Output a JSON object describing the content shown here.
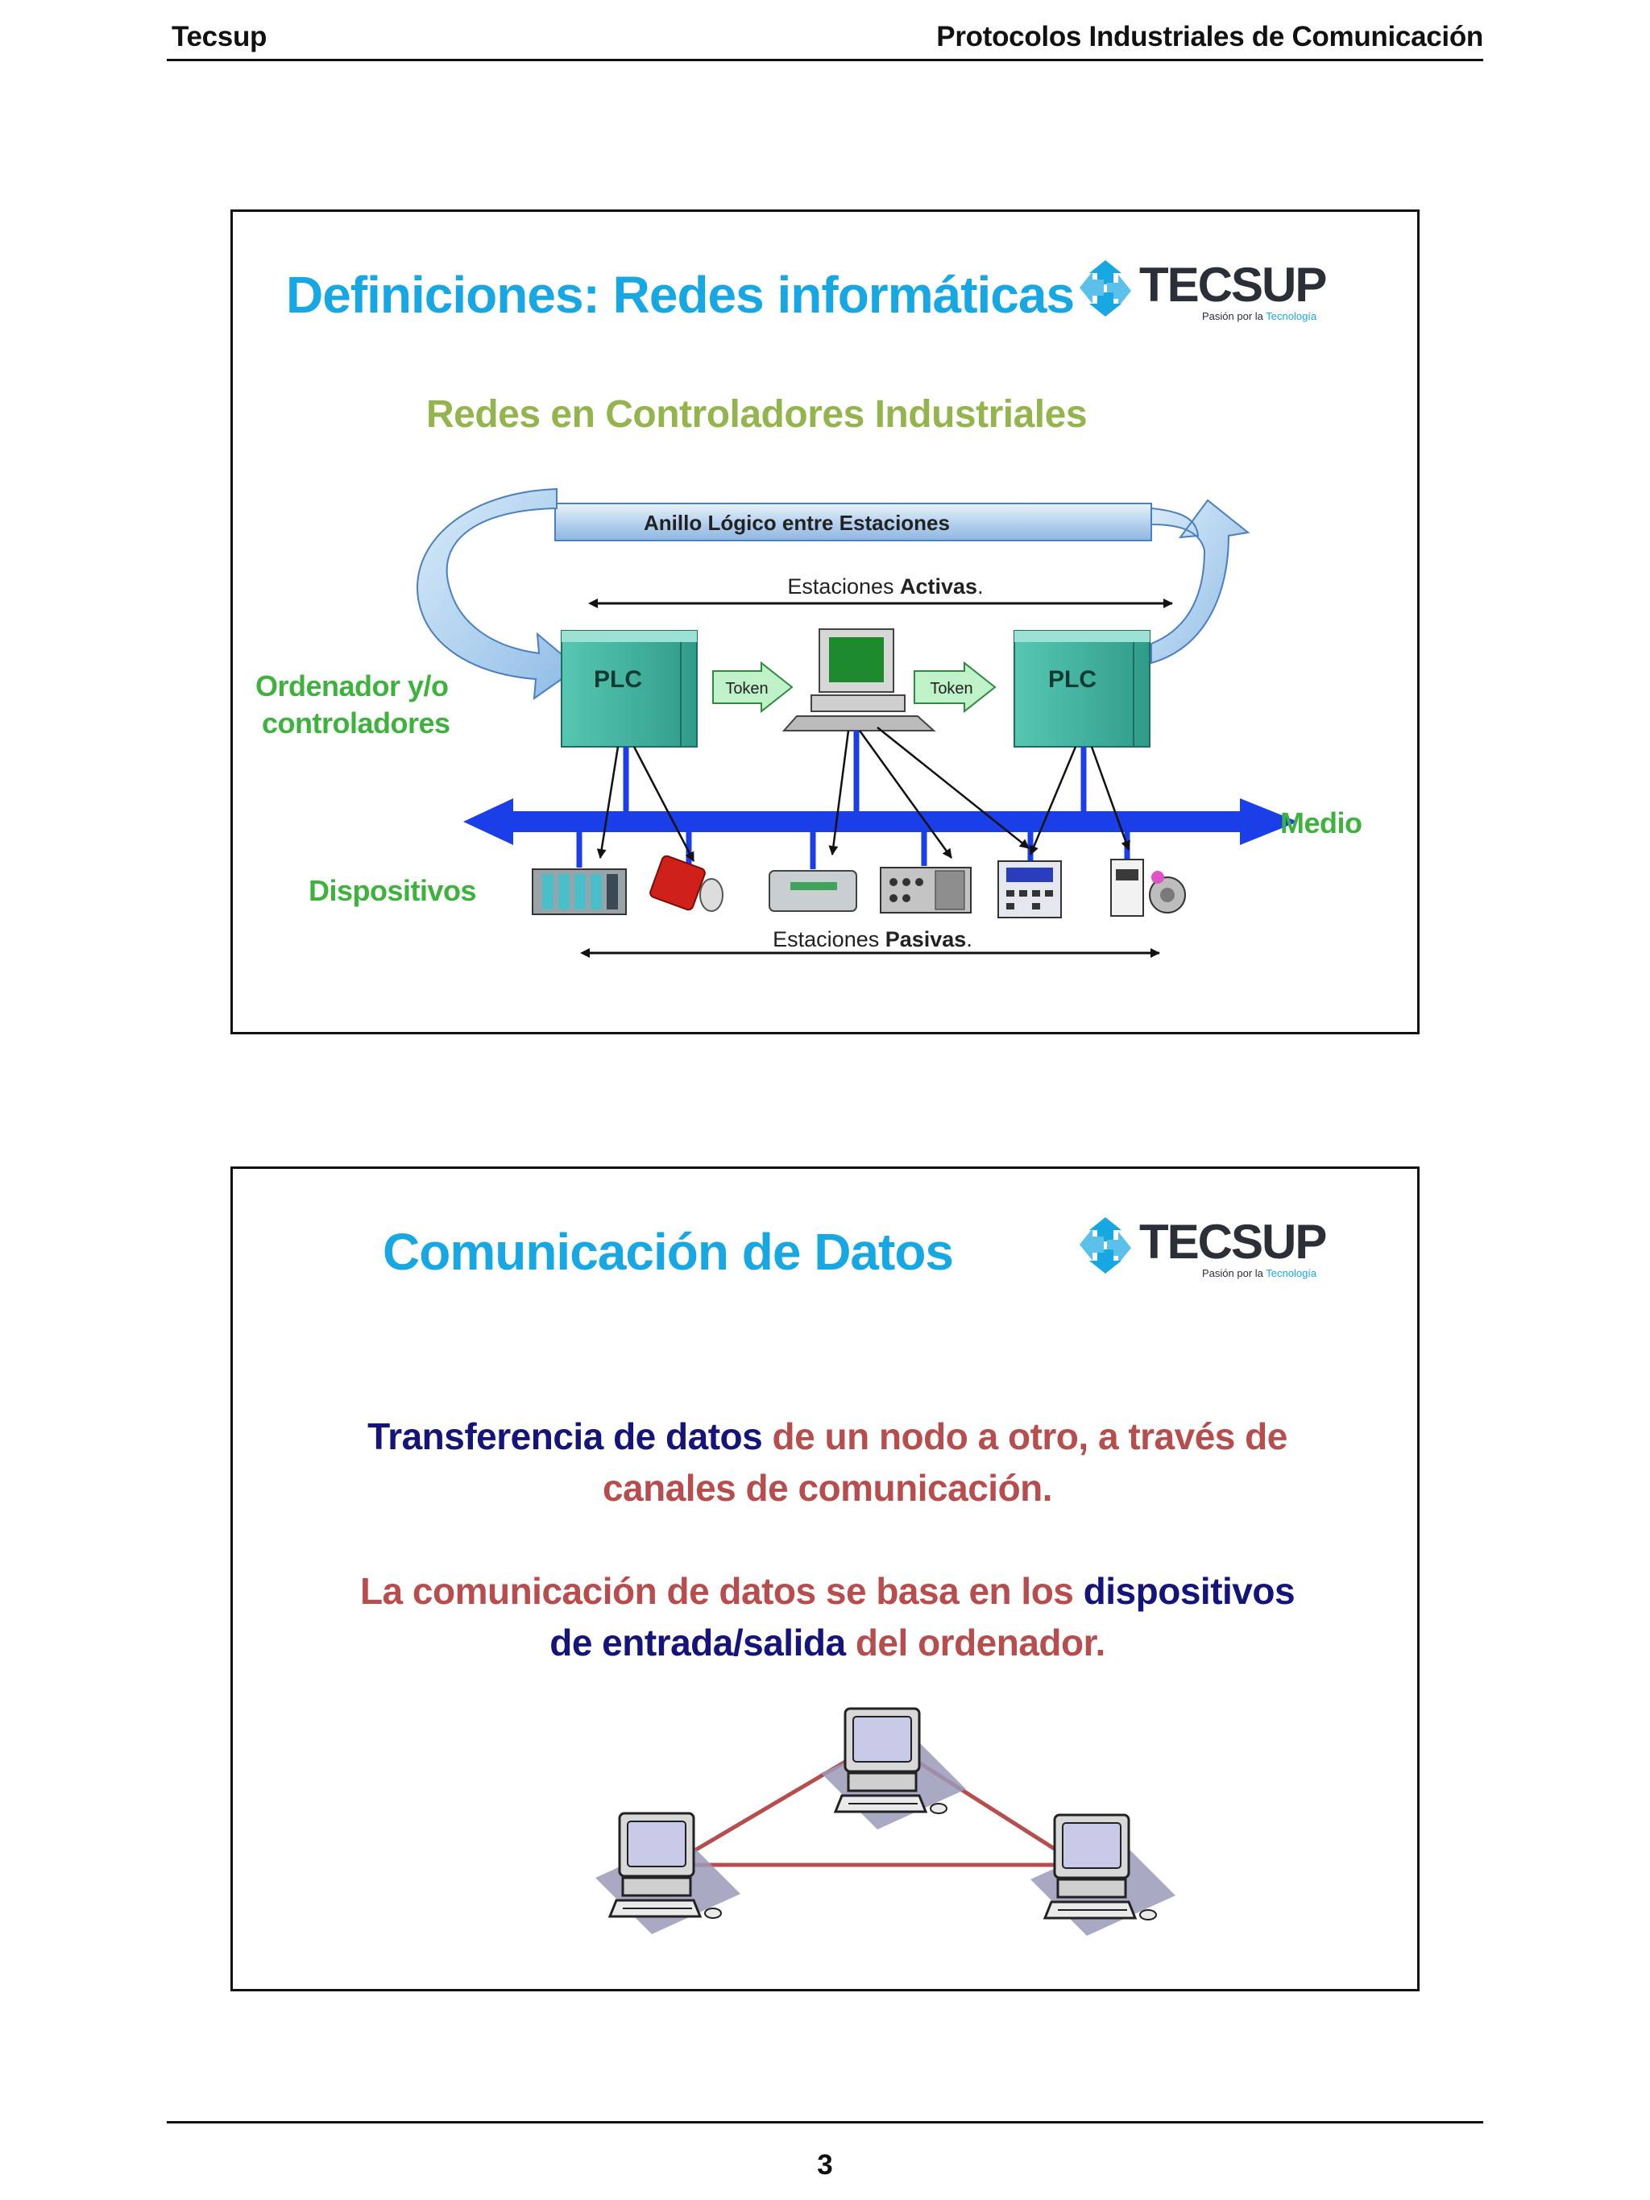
{
  "header": {
    "left": "Tecsup",
    "right": "Protocolos Industriales de Comunicación"
  },
  "page_number": "3",
  "logo": {
    "word": "TECSUP",
    "tagline_a": "Pasión por la ",
    "tagline_b": "Tecnología"
  },
  "slide1": {
    "title": "Definiciones: Redes informáticas",
    "subtitle": "Redes en Controladores Industriales",
    "ring_label": "Anillo Lógico entre Estaciones",
    "active_prefix": "Estaciones ",
    "active_bold": "Activas",
    "active_suffix": ".",
    "passive_prefix": "Estaciones ",
    "passive_bold": "Pasivas",
    "passive_suffix": ".",
    "plc_left": "PLC",
    "plc_right": "PLC",
    "token_left": "Token",
    "token_right": "Token",
    "label_ordenador_line1": "Ordenador y/o",
    "label_ordenador_line2": "controladores",
    "label_medio": "Medio",
    "label_dispositivos": "Dispositivos"
  },
  "slide2": {
    "title": "Comunicación de Datos",
    "p1_a": "Transferencia de datos ",
    "p1_b": " de un  nodo a otro, a  través de",
    "p1_c": "canales de comunicación.",
    "p2_a": "La comunicación de datos se basa en los ",
    "p2_b": "dispositivos",
    "p2_c": "de entrada/salida",
    "p2_d": " del ordenador."
  },
  "colors": {
    "title_blue": "#17a7e3",
    "subtitle_green": "#94b44e",
    "label_green": "#3db23d",
    "navy": "#14147a",
    "brick_red": "#b84d4d",
    "bus_blue": "#1a3ee8",
    "plc_teal": "#3fb9a4"
  }
}
